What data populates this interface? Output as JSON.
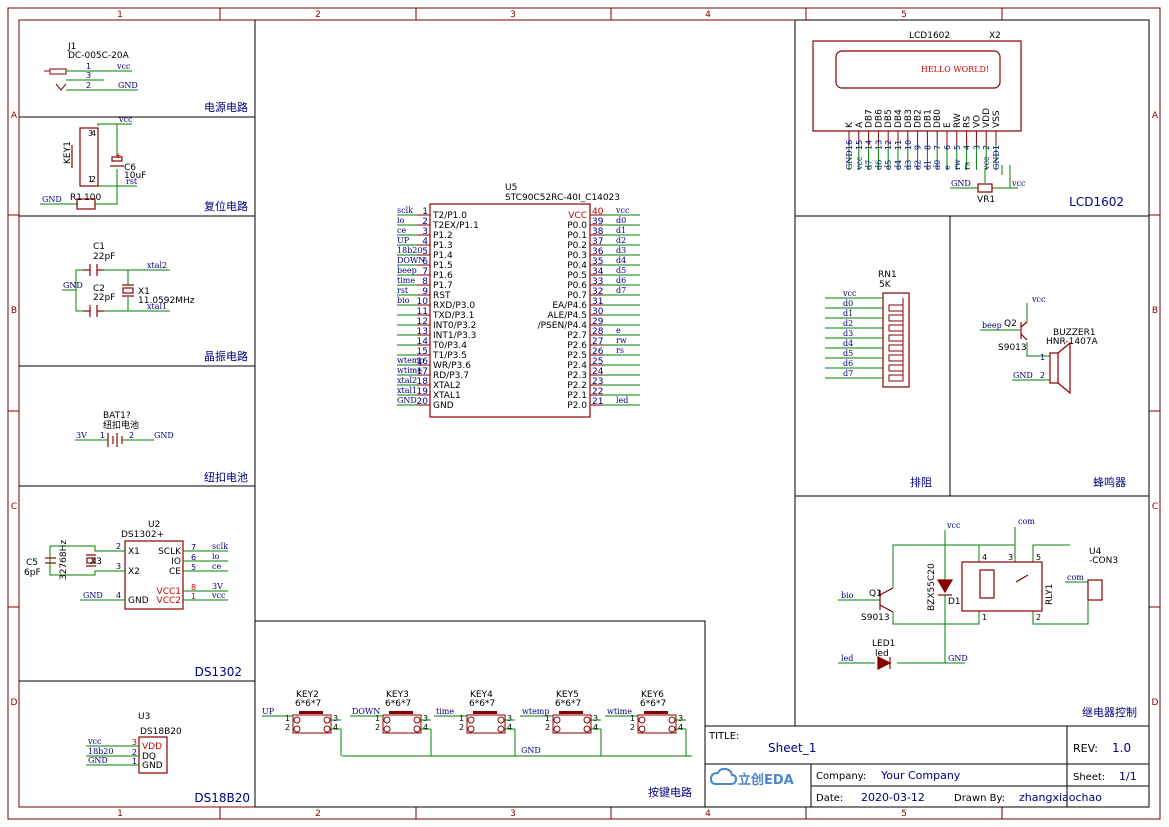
{
  "frame": {
    "cols": [
      "1",
      "2",
      "3",
      "4",
      "5"
    ],
    "rows": [
      "A",
      "B",
      "C",
      "D"
    ]
  },
  "power": {
    "title": "电源电路",
    "ref": "J1",
    "part": "DC-005C-20A",
    "pins": [
      "1",
      "3",
      "2"
    ],
    "nets": [
      "vcc",
      "GND"
    ]
  },
  "reset": {
    "title": "复位电路",
    "key": "KEY1",
    "cap": "C6",
    "cap_val": "10uF",
    "res": "R1",
    "res_val": "100",
    "pins": [
      "3",
      "4",
      "1",
      "2"
    ],
    "nets": [
      "vcc",
      "rst",
      "GND"
    ],
    "plus": "+"
  },
  "crystal": {
    "title": "晶振电路",
    "c1": "C1",
    "c1_val": "22pF",
    "c2": "C2",
    "c2_val": "22pF",
    "x": "X1",
    "freq": "11.0592MHz",
    "nets": [
      "xtal2",
      "GND",
      "xtal1"
    ]
  },
  "battery": {
    "title": "纽扣电池",
    "ref": "BAT1?",
    "desc": "纽扣电池",
    "pins": [
      "1",
      "2"
    ],
    "nets": [
      "3V",
      "GND"
    ]
  },
  "ds1302": {
    "title": "DS1302",
    "ref": "U2",
    "part": "DS1302+",
    "cap": "C5",
    "cap_val": "6pF",
    "xtal": "X3",
    "xtal_val": "32768Hz",
    "left_pins": [
      {
        "num": "2",
        "name": "X1"
      },
      {
        "num": "3",
        "name": "X2"
      },
      {
        "num": "4",
        "name": "GND"
      }
    ],
    "right_pins": [
      {
        "num": "7",
        "name": "SCLK",
        "net": "sclk"
      },
      {
        "num": "6",
        "name": "IO",
        "net": "io"
      },
      {
        "num": "5",
        "name": "CE",
        "net": "ce"
      },
      {
        "num": "8",
        "name": "VCC1",
        "net": "3V"
      },
      {
        "num": "1",
        "name": "VCC2",
        "net": "vcc"
      }
    ],
    "gnd": "GND"
  },
  "ds18b20": {
    "title": "DS18B20",
    "ref": "U3",
    "part": "DS18B20",
    "pins": [
      {
        "num": "3",
        "name": "VDD",
        "net": "vcc"
      },
      {
        "num": "2",
        "name": "DQ",
        "net": "18b20"
      },
      {
        "num": "1",
        "name": "GND",
        "net": "GND"
      }
    ]
  },
  "mcu": {
    "ref": "U5",
    "part": "STC90C52RC-40I_C14023",
    "left_pins": [
      {
        "num": "1",
        "name": "T2/P1.0",
        "net": "sclk"
      },
      {
        "num": "2",
        "name": "T2EX/P1.1",
        "net": "io"
      },
      {
        "num": "3",
        "name": "P1.2",
        "net": "ce"
      },
      {
        "num": "4",
        "name": "P1.3",
        "net": "UP"
      },
      {
        "num": "5",
        "name": "P1.4",
        "net": "18b20"
      },
      {
        "num": "6",
        "name": "P1.5",
        "net": "DOWN"
      },
      {
        "num": "7",
        "name": "P1.6",
        "net": "beep"
      },
      {
        "num": "8",
        "name": "P1.7",
        "net": "time"
      },
      {
        "num": "9",
        "name": "RST",
        "net": "rst"
      },
      {
        "num": "10",
        "name": "RXD/P3.0",
        "net": "bio"
      },
      {
        "num": "11",
        "name": "TXD/P3.1",
        "net": ""
      },
      {
        "num": "12",
        "name": "INT0/P3.2",
        "net": ""
      },
      {
        "num": "13",
        "name": "INT1/P3.3",
        "net": ""
      },
      {
        "num": "14",
        "name": "T0/P3.4",
        "net": ""
      },
      {
        "num": "15",
        "name": "T1/P3.5",
        "net": ""
      },
      {
        "num": "16",
        "name": "WR/P3.6",
        "net": "wtemp"
      },
      {
        "num": "17",
        "name": "RD/P3.7",
        "net": "wtime"
      },
      {
        "num": "18",
        "name": "XTAL2",
        "net": "xtal2"
      },
      {
        "num": "19",
        "name": "XTAL1",
        "net": "xtal1"
      },
      {
        "num": "20",
        "name": "GND",
        "net": "GND"
      }
    ],
    "right_pins": [
      {
        "num": "40",
        "name": "VCC",
        "net": "vcc"
      },
      {
        "num": "39",
        "name": "P0.0",
        "net": "d0"
      },
      {
        "num": "38",
        "name": "P0.1",
        "net": "d1"
      },
      {
        "num": "37",
        "name": "P0.2",
        "net": "d2"
      },
      {
        "num": "36",
        "name": "P0.3",
        "net": "d3"
      },
      {
        "num": "35",
        "name": "P0.4",
        "net": "d4"
      },
      {
        "num": "34",
        "name": "P0.5",
        "net": "d5"
      },
      {
        "num": "33",
        "name": "P0.6",
        "net": "d6"
      },
      {
        "num": "32",
        "name": "P0.7",
        "net": "d7"
      },
      {
        "num": "31",
        "name": "EA/P4.6",
        "net": ""
      },
      {
        "num": "30",
        "name": "ALE/P4.5",
        "net": ""
      },
      {
        "num": "29",
        "name": "/PSEN/P4.4",
        "net": ""
      },
      {
        "num": "28",
        "name": "P2.7",
        "net": "e"
      },
      {
        "num": "27",
        "name": "P2.6",
        "net": "rw"
      },
      {
        "num": "26",
        "name": "P2.5",
        "net": "rs"
      },
      {
        "num": "25",
        "name": "P2.4",
        "net": ""
      },
      {
        "num": "24",
        "name": "P2.3",
        "net": ""
      },
      {
        "num": "23",
        "name": "P2.2",
        "net": ""
      },
      {
        "num": "22",
        "name": "P2.1",
        "net": ""
      },
      {
        "num": "21",
        "name": "P2.0",
        "net": "led"
      }
    ]
  },
  "lcd": {
    "title": "LCD1602",
    "part": "LCD1602",
    "ref": "X2",
    "screen_text": "HELLO WORLD!",
    "pin_names": [
      "K",
      "A",
      "DB7",
      "DB6",
      "DB5",
      "DB4",
      "DB3",
      "DB2",
      "DB1",
      "DB0",
      "E",
      "RW",
      "RS",
      "VO",
      "VDD",
      "VSS"
    ],
    "pin_nums": [
      "16",
      "15",
      "14",
      "13",
      "12",
      "11",
      "10",
      "9",
      "8",
      "7",
      "6",
      "5",
      "4",
      "3",
      "2",
      "1"
    ],
    "nets": [
      "GND",
      "vcc",
      "d7",
      "d6",
      "d5",
      "d4",
      "d3",
      "d2",
      "d1",
      "d0",
      "e",
      "rw",
      "rs",
      "",
      "vcc",
      "GND"
    ],
    "vr": "VR1",
    "vr_nets": [
      "GND",
      "vcc"
    ]
  },
  "rn": {
    "title": "排阻",
    "ref": "RN1",
    "val": "5K",
    "nets": [
      "vcc",
      "d0",
      "d1",
      "d2",
      "d3",
      "d4",
      "d5",
      "d6",
      "d7"
    ]
  },
  "buzzer": {
    "title": "蜂鸣器",
    "q": "Q2",
    "q_part": "S9013",
    "ref": "BUZZER1",
    "part": "HNR-1407A",
    "pins": [
      "1",
      "2"
    ],
    "nets": [
      "vcc",
      "beep",
      "GND"
    ]
  },
  "relay": {
    "title": "继电器控制",
    "q": "Q1",
    "q_part": "S9013",
    "diode": "BZX55C20",
    "d_ref": "D1",
    "led": "LED1",
    "led_label": "led",
    "rly": "RLY1",
    "con": "U4",
    "con_part": "-CON3",
    "pins": [
      "4",
      "3",
      "5",
      "1",
      "2"
    ],
    "nets": [
      "vcc",
      "com",
      "bio",
      "com",
      "led",
      "GND"
    ]
  },
  "keys": {
    "title": "按键电路",
    "items": [
      {
        "ref": "KEY2",
        "val": "6*6*7",
        "net": "UP"
      },
      {
        "ref": "KEY3",
        "val": "6*6*7",
        "net": "DOWN"
      },
      {
        "ref": "KEY4",
        "val": "6*6*7",
        "net": "time"
      },
      {
        "ref": "KEY5",
        "val": "6*6*7",
        "net": "wtemp"
      },
      {
        "ref": "KEY6",
        "val": "6*6*7",
        "net": "wtime"
      }
    ],
    "pins": [
      "1",
      "2",
      "3",
      "4"
    ],
    "gnd": "GND"
  },
  "titleblock": {
    "title_label": "TITLE:",
    "title": "Sheet_1",
    "rev_label": "REV:",
    "rev": "1.0",
    "company_label": "Company:",
    "company": "Your Company",
    "sheet_label": "Sheet:",
    "sheet": "1/1",
    "date_label": "Date:",
    "date": "2020-03-12",
    "drawn_label": "Drawn By:",
    "drawn": "zhangxiaochao",
    "logo": "立创EDA"
  },
  "colors": {
    "border": "#7a0000",
    "wire": "#008000",
    "net": "#000080",
    "part": "#880000",
    "power": "#cc0000",
    "text": "#000080"
  }
}
